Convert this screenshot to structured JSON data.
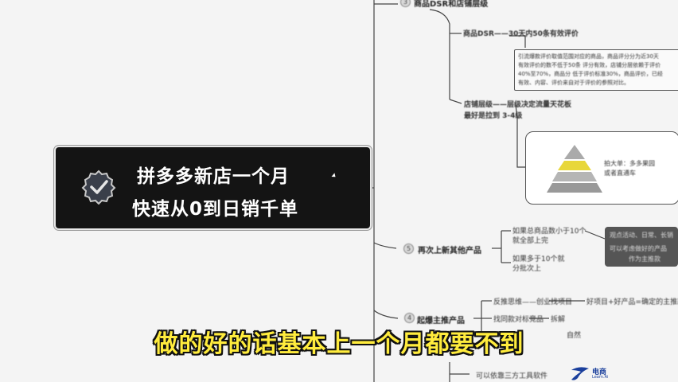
{
  "title_card": {
    "line1": "拼多多新店一个月",
    "line2": "快速从0到日销千单"
  },
  "subtitle": "做的好的话基本上一个月都要不到",
  "mindmap": {
    "section3": {
      "number": "3",
      "title": "商品DSR和店铺层级"
    },
    "dsr_label": "商品DSR——30天内50条有效评价",
    "dsr_note_line1": "引流爆款评价取值范围对应的商品，商品评分分为近30天",
    "dsr_note_line2": "有效评价的数不低于50条 评分有效，店铺分层依赖于评价",
    "dsr_note_line3": "40%至70%，商品分 低于评价标准30%，商品评价，已经",
    "dsr_note_line4": "有效、内容、评价来自对于评价的参照对比。",
    "store_level_line1": "店铺层级——层级决定流量天花板",
    "store_level_line2": "最好是拉到 3-4级",
    "pyramid_line1": "拍大单：多多果园",
    "pyramid_line2": "或者直通车",
    "section5": {
      "number": "5",
      "title": "再次上新其他产品"
    },
    "relist_a_line1": "如果总商品数小于10个",
    "relist_a_line2": "就全部上完",
    "relist_b_line1": "如果多于10个就",
    "relist_b_line2": "分批次上",
    "side_note_line1": "观点活动、日常、长销",
    "side_note_line2": "可以考虑做好的产品",
    "side_note_line3": "作为主推款",
    "section4": {
      "number": "4",
      "title": "起爆主推产品"
    },
    "push_a": "反推思维——创业找项目",
    "push_a_tail": "好项目+好产品=确定的主推款",
    "push_b": "找同款对标竞品",
    "push_b_tail": "拆解",
    "push_c": "自然",
    "tool_label": "可以依靠三方工具软件"
  },
  "watermark": {
    "brand": "电商",
    "sub": "Learn.Ai"
  }
}
